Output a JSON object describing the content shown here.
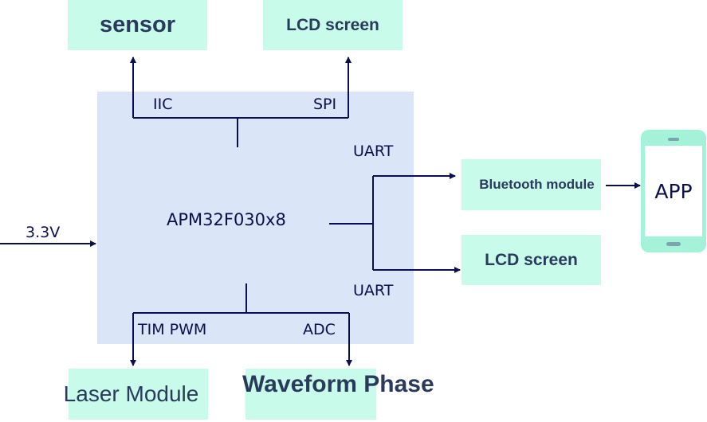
{
  "mcu": {
    "name": "APM32F030x8"
  },
  "power": {
    "label": "3.3V"
  },
  "interfaces": {
    "iic": "IIC",
    "spi": "SPI",
    "uart_top": "UART",
    "uart_bottom": "UART",
    "tim_pwm": "TIM PWM",
    "adc": "ADC"
  },
  "peripherals": {
    "sensor": "sensor",
    "lcd_top": "LCD screen",
    "bluetooth": "Bluetooth module",
    "lcd_right": "LCD screen",
    "laser": "Laser Module",
    "waveform": "Waveform Phase"
  },
  "app": {
    "label": "APP"
  },
  "colors": {
    "mcu_fill": "#dae6f7",
    "peripheral_fill": "#c9fbeb",
    "wire": "#0b0f4d",
    "phone": "#a4f3d8"
  }
}
